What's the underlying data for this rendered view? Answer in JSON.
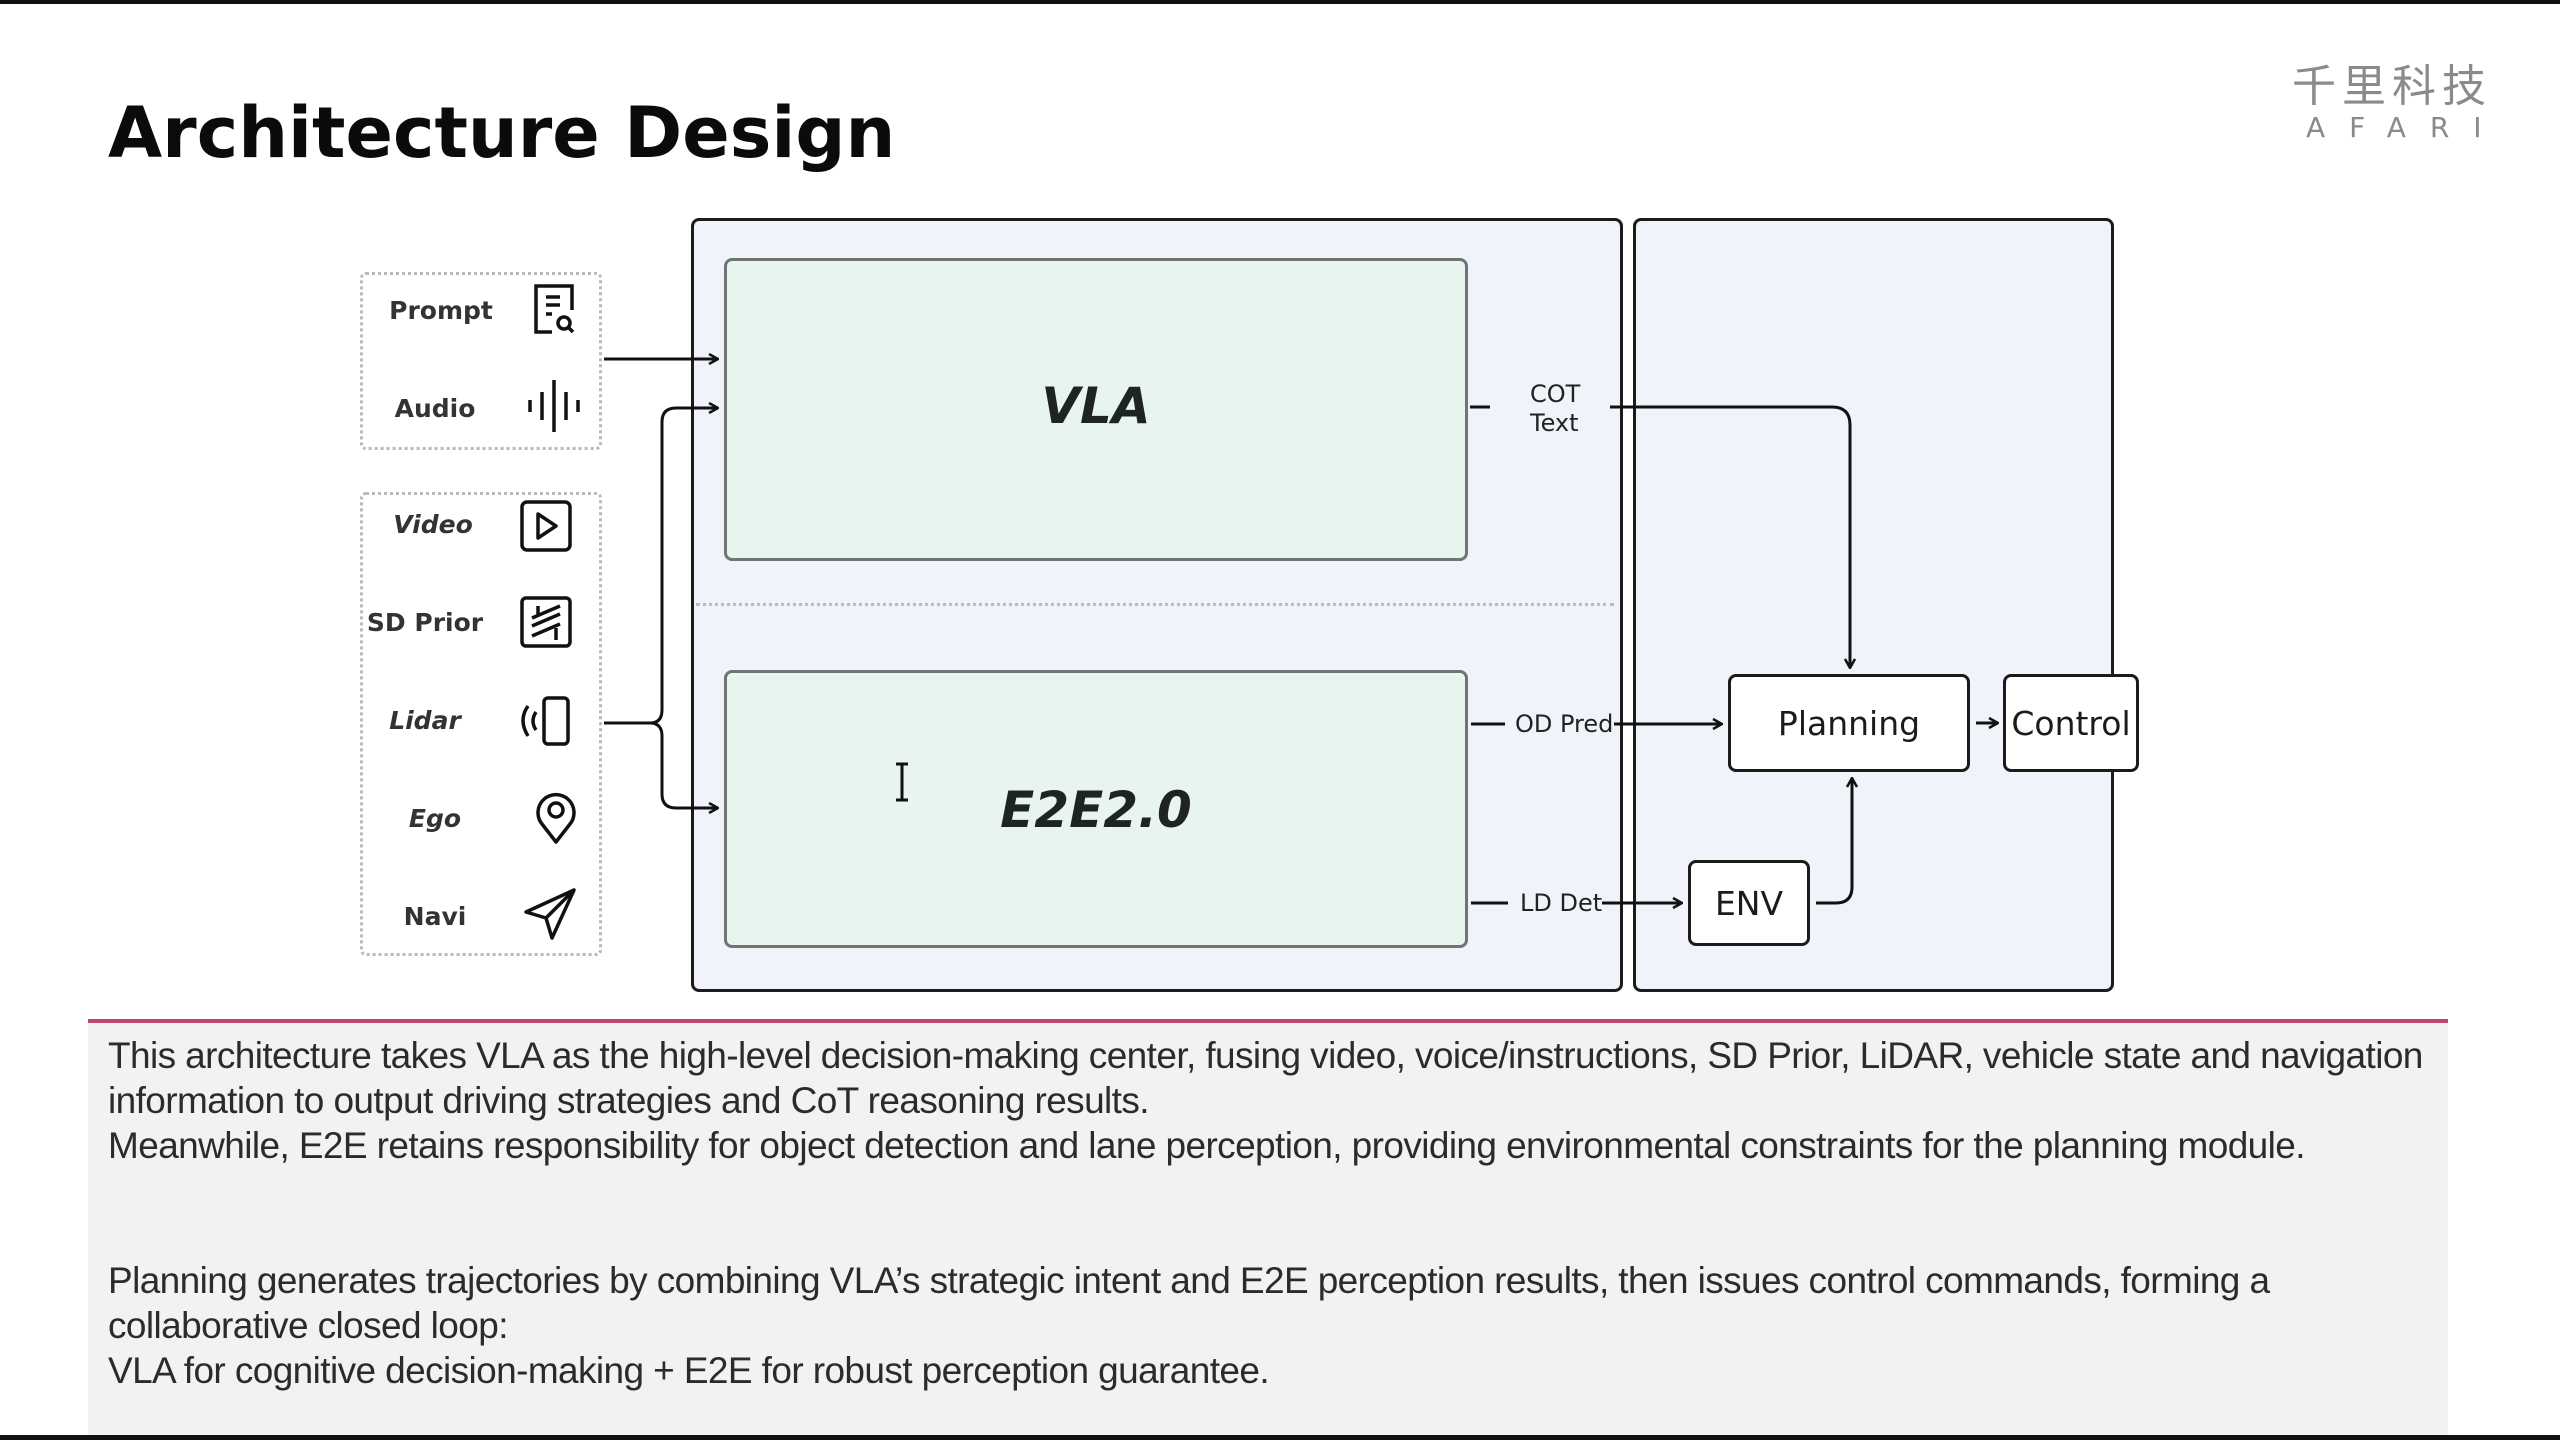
{
  "slide": {
    "title": "Architecture Design",
    "logo": {
      "cn": "千里科技",
      "en": "AFARI"
    }
  },
  "inputs": {
    "group1": [
      {
        "label": "Prompt",
        "icon": "document-search-icon",
        "italic": false
      },
      {
        "label": "Audio",
        "icon": "audio-waveform-icon",
        "italic": false
      }
    ],
    "group2": [
      {
        "label": "Video",
        "icon": "play-icon",
        "italic": true
      },
      {
        "label": "SD Prior",
        "icon": "map-icon",
        "italic": false
      },
      {
        "label": "Lidar",
        "icon": "lidar-signal-icon",
        "italic": true
      },
      {
        "label": "Ego",
        "icon": "location-pin-icon",
        "italic": true
      },
      {
        "label": "Navi",
        "icon": "navigation-arrow-icon",
        "italic": false
      }
    ]
  },
  "modules": {
    "vla": "VLA",
    "e2e": "E2E2.0"
  },
  "outputs": {
    "cot_line1": "COT",
    "cot_line2": "Text",
    "od_pred": "OD Pred",
    "ld_det": "LD Det"
  },
  "nodes": {
    "planning": "Planning",
    "control": "Control",
    "env": "ENV"
  },
  "description": {
    "p1": "This architecture takes VLA as the high-level decision-making center, fusing video, voice/instructions, SD Prior, LiDAR, vehicle state and navigation information to output driving strategies and CoT reasoning results.",
    "p2": "Meanwhile, E2E retains responsibility for object detection and lane perception, providing environmental constraints for the planning module.",
    "p3": "Planning generates trajectories by combining VLA’s strategic intent and E2E perception results, then issues control commands, forming a collaborative closed loop:",
    "p4": "VLA for cognitive decision-making + E2E for robust perception guarantee."
  },
  "colors": {
    "accent_line": "#c2456a",
    "module_fill": "#e8f5ef",
    "container_fill": "#f0f3fa",
    "text_panel_fill": "#f2f2f2"
  }
}
